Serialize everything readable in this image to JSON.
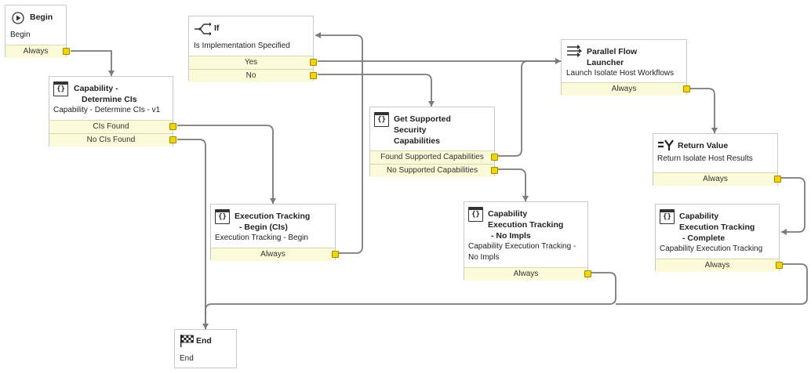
{
  "nodes": {
    "begin": {
      "title": "Begin",
      "desc": "Begin",
      "ports": [
        "Always"
      ]
    },
    "if": {
      "title": "If",
      "desc": "Is Implementation Specified",
      "ports": [
        "Yes",
        "No"
      ]
    },
    "parallel": {
      "title_l1": "Parallel Flow",
      "title_l2": "Launcher",
      "desc": "Launch Isolate Host Workflows",
      "ports": [
        "Always"
      ]
    },
    "capability_determine": {
      "title_l1": "Capability -",
      "title_l2": "Determine CIs",
      "desc": "Capability - Determine CIs - v1",
      "ports": [
        "CIs Found",
        "No CIs Found"
      ]
    },
    "get_supported": {
      "title_l1": "Get Supported",
      "title_l2": "Security",
      "title_l3": "Capabilities",
      "ports": [
        "Found Supported Capabilities",
        "No Supported Capabilities"
      ]
    },
    "return_value": {
      "title": "Return Value",
      "desc": "Return Isolate Host Results",
      "ports": [
        "Always"
      ]
    },
    "exec_begin": {
      "title_l1": "Execution Tracking",
      "title_l2": "- Begin (CIs)",
      "desc": "Execution Tracking - Begin",
      "ports": [
        "Always"
      ]
    },
    "no_impls": {
      "title_l1": "Capability",
      "title_l2": "Execution Tracking",
      "title_l3": "- No Impls",
      "desc_l1": "Capability Execution Tracking -",
      "desc_l2": "No Impls",
      "ports": [
        "Always"
      ]
    },
    "complete": {
      "title_l1": "Capability",
      "title_l2": "Execution Tracking",
      "title_l3": "- Complete",
      "desc": "Capability Execution Tracking",
      "ports": [
        "Always"
      ]
    },
    "end": {
      "title": "End",
      "desc": "End"
    }
  },
  "icons": {
    "begin": "play-circle-icon",
    "if": "branch-icon",
    "parallel": "parallel-arrows-icon",
    "script": "script-braces-icon",
    "return": "return-value-icon",
    "end": "checkered-flag-icon"
  },
  "colors": {
    "port_bg": "#fbfbd9",
    "port_dot": "#f2d500",
    "wire": "#7a7a7a",
    "border": "#c9c9c9"
  }
}
